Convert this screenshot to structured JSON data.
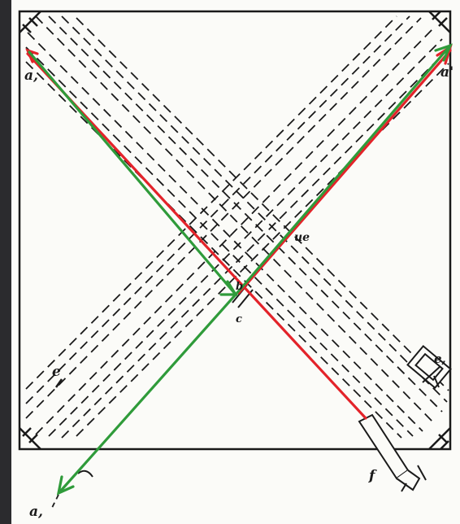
{
  "diagram": {
    "labels": {
      "a_left": "a,",
      "a_right": "a'",
      "a_bottom": "a,",
      "b": "b",
      "c": "c",
      "d": "ue",
      "e_left": "e",
      "e_right": "e,",
      "f": "f"
    },
    "colors": {
      "red_ray": "#e3232a",
      "green_ray": "#2f9b3a",
      "ink": "#1a1a1a",
      "paper": "#fbfbf8",
      "frame": "#2b2b2e"
    }
  }
}
